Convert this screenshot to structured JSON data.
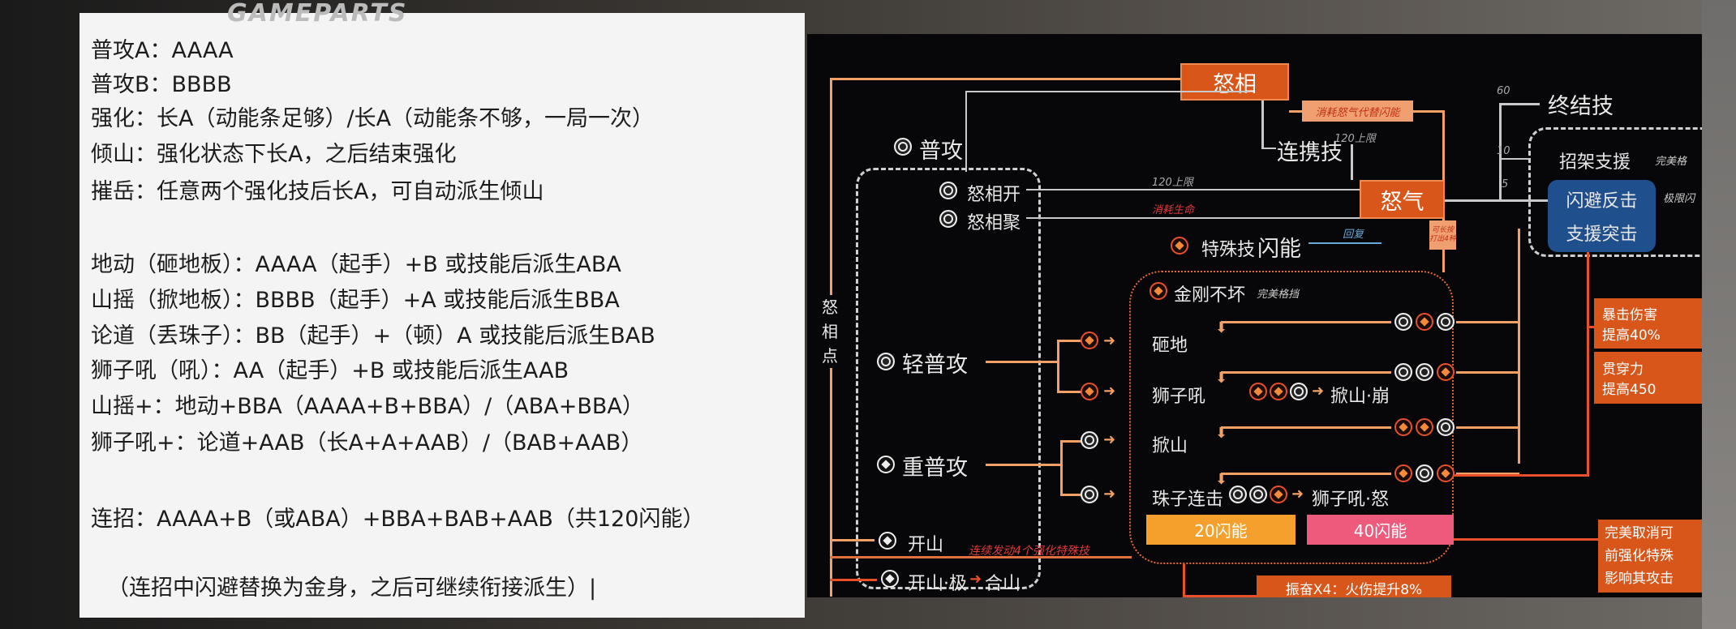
{
  "background": {
    "title": "GAMEPARTS"
  },
  "notes": {
    "lines": [
      "普攻A：AAAA",
      "普攻B：BBBB",
      "强化：长A（动能条足够）/长A（动能条不够，一局一次）",
      "倾山：强化状态下长A，之后结束强化",
      "摧岳：任意两个强化技后长A，可自动派生倾山",
      "地动（砸地板）：AAAA（起手）+B 或技能后派生ABA",
      "山摇（掀地板）：BBBB（起手）+A 或技能后派生BBA",
      "论道（丢珠子）：BB（起手）+（顿）A 或技能后派生BAB",
      "狮子吼（吼）：AA（起手）+B 或技能后派生AAB",
      "山摇+：地动+BBA（AAAA+B+BBA）/（ABA+BBA）",
      "狮子吼+：论道+AAB（长A+A+AAB）/（BAB+AAB）",
      "连招：AAAA+B（或ABA）+BBA+BAB+AAB（共120闪能）",
      "（连招中闪避替换为金身，之后可继续衔接派生）|"
    ]
  },
  "diagram": {
    "nuxiang": "怒相",
    "cost_note": "消耗怒气代替闪能",
    "finisher": "终结技",
    "n60": "60",
    "n10": "10",
    "n5": "5",
    "chain": "连携技",
    "cap1": "120上限",
    "basic": "普攻",
    "open": "怒相开",
    "gather": "怒相聚",
    "cap2": "120上限",
    "cost_life": "消耗生命",
    "nuqi": "怒气",
    "hold_note": "可长按打出4种",
    "special": "特殊技",
    "energy": "闪能",
    "recover": "回复",
    "parry": "招架支援",
    "perfect_block_cut": "完美格",
    "dodge": "闪避反击",
    "limit_cut": "极限闪",
    "assist": "支援突击",
    "nuxiang_point": "怒相点",
    "invincible": "金刚不坏",
    "perfect_block": "完美格挡",
    "light": "轻普攻",
    "heavy": "重普攻",
    "smash": "砸地",
    "roar": "狮子吼",
    "roar_chain": "掀山·崩",
    "lift": "掀山",
    "beads": "珠子连击",
    "beads_chain": "狮子吼·怒",
    "e20": "20闪能",
    "e40": "40闪能",
    "kaishan": "开山",
    "four_special": "连续发动4个强化特殊技",
    "kaishan_ji": "开山·极",
    "heshan": "合山",
    "inspire": "振奋X4：火伤提升8%",
    "crit": [
      "暴击伤害",
      "提高40%"
    ],
    "pierce": [
      "贯穿力",
      "提高450"
    ],
    "cancel": [
      "完美取消可",
      "前强化特殊",
      "影响其攻击"
    ]
  },
  "colors": {
    "orange": "#d9561a",
    "blue": "#1f4f8c",
    "yellow": "#f5a02c",
    "pink": "#ee5a7c"
  }
}
